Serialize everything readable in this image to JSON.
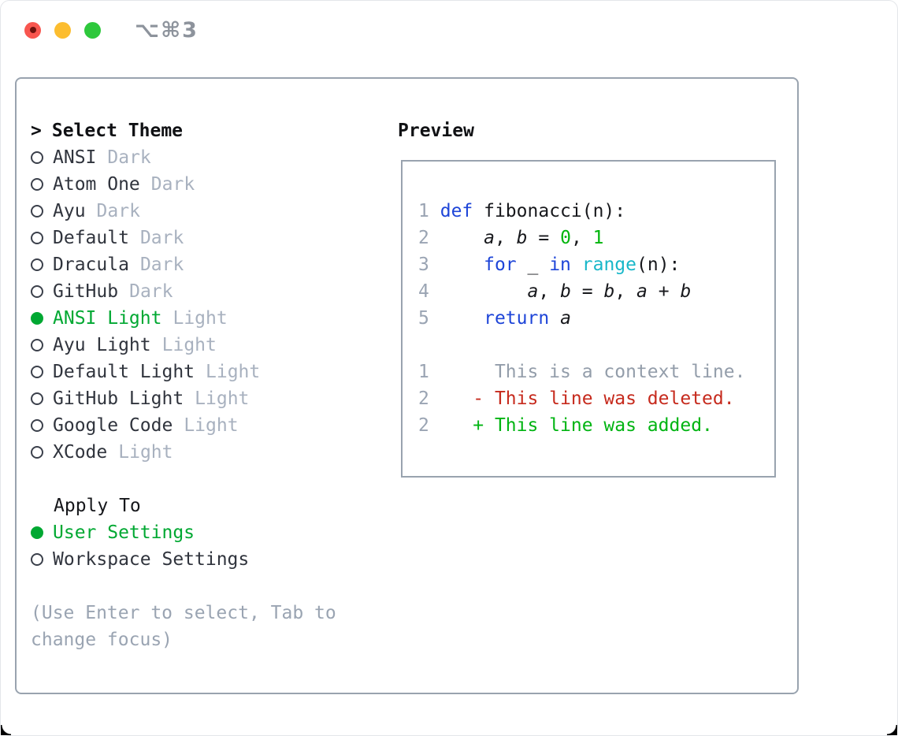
{
  "titlebar": {
    "title": "⌥⌘3",
    "traffic_lights": [
      "close",
      "minimize",
      "zoom"
    ]
  },
  "theme_picker": {
    "prompt": ">",
    "heading": "Select Theme",
    "themes": [
      {
        "name": "ANSI",
        "variant": "Dark",
        "selected": false
      },
      {
        "name": "Atom One",
        "variant": "Dark",
        "selected": false
      },
      {
        "name": "Ayu",
        "variant": "Dark",
        "selected": false
      },
      {
        "name": "Default",
        "variant": "Dark",
        "selected": false
      },
      {
        "name": "Dracula",
        "variant": "Dark",
        "selected": false
      },
      {
        "name": "GitHub",
        "variant": "Dark",
        "selected": false
      },
      {
        "name": "ANSI Light",
        "variant": "Light",
        "selected": true
      },
      {
        "name": "Ayu Light",
        "variant": "Light",
        "selected": false
      },
      {
        "name": "Default Light",
        "variant": "Light",
        "selected": false
      },
      {
        "name": "GitHub Light",
        "variant": "Light",
        "selected": false
      },
      {
        "name": "Google Code",
        "variant": "Light",
        "selected": false
      },
      {
        "name": "XCode",
        "variant": "Light",
        "selected": false
      }
    ]
  },
  "apply_to": {
    "heading": "Apply To",
    "options": [
      {
        "label": "User Settings",
        "selected": true
      },
      {
        "label": "Workspace Settings",
        "selected": false
      }
    ]
  },
  "hint": "(Use Enter to select, Tab to\nchange focus)",
  "preview": {
    "heading": "Preview",
    "code_lines": [
      {
        "number": "1",
        "segments": [
          {
            "c": "kw",
            "t": "def"
          },
          {
            "c": "plain",
            "t": " fibonacci(n):"
          }
        ]
      },
      {
        "number": "2",
        "segments": [
          {
            "c": "plain",
            "t": "    "
          },
          {
            "c": "var",
            "t": "a"
          },
          {
            "c": "plain",
            "t": ", "
          },
          {
            "c": "var",
            "t": "b"
          },
          {
            "c": "plain",
            "t": " = "
          },
          {
            "c": "num",
            "t": "0"
          },
          {
            "c": "plain",
            "t": ", "
          },
          {
            "c": "num",
            "t": "1"
          }
        ]
      },
      {
        "number": "3",
        "segments": [
          {
            "c": "plain",
            "t": "    "
          },
          {
            "c": "kw",
            "t": "for"
          },
          {
            "c": "plain",
            "t": " _ "
          },
          {
            "c": "kw",
            "t": "in"
          },
          {
            "c": "plain",
            "t": " "
          },
          {
            "c": "builtin",
            "t": "range"
          },
          {
            "c": "plain",
            "t": "(n):"
          }
        ]
      },
      {
        "number": "4",
        "segments": [
          {
            "c": "plain",
            "t": "        "
          },
          {
            "c": "var",
            "t": "a"
          },
          {
            "c": "plain",
            "t": ", "
          },
          {
            "c": "var",
            "t": "b"
          },
          {
            "c": "plain",
            "t": " = "
          },
          {
            "c": "var",
            "t": "b"
          },
          {
            "c": "plain",
            "t": ", "
          },
          {
            "c": "var",
            "t": "a"
          },
          {
            "c": "plain",
            "t": " + "
          },
          {
            "c": "var",
            "t": "b"
          }
        ]
      },
      {
        "number": "5",
        "segments": [
          {
            "c": "plain",
            "t": "    "
          },
          {
            "c": "kw",
            "t": "return"
          },
          {
            "c": "plain",
            "t": " "
          },
          {
            "c": "var",
            "t": "a"
          }
        ]
      }
    ],
    "diff_lines": [
      {
        "number": "1",
        "marker": " ",
        "text": "This is a context line.",
        "type": "context"
      },
      {
        "number": "2",
        "marker": "-",
        "text": "This line was deleted.",
        "type": "deleted"
      },
      {
        "number": "2",
        "marker": "+",
        "text": "This line was added.",
        "type": "added"
      }
    ]
  },
  "colors": {
    "selection_green": "#00a832",
    "keyword_blue": "#1e45d8",
    "builtin_cyan": "#18b7c9",
    "number_green": "#00b50b",
    "deleted_red": "#c62a1d",
    "added_green": "#00b412",
    "line_number_gray": "#9aa4b3",
    "variant_gray": "#a8b1bf",
    "border_gray": "#99a3af",
    "traffic_red": "#f8564f",
    "traffic_yellow": "#fcbd2f",
    "traffic_green": "#2ec83c"
  }
}
